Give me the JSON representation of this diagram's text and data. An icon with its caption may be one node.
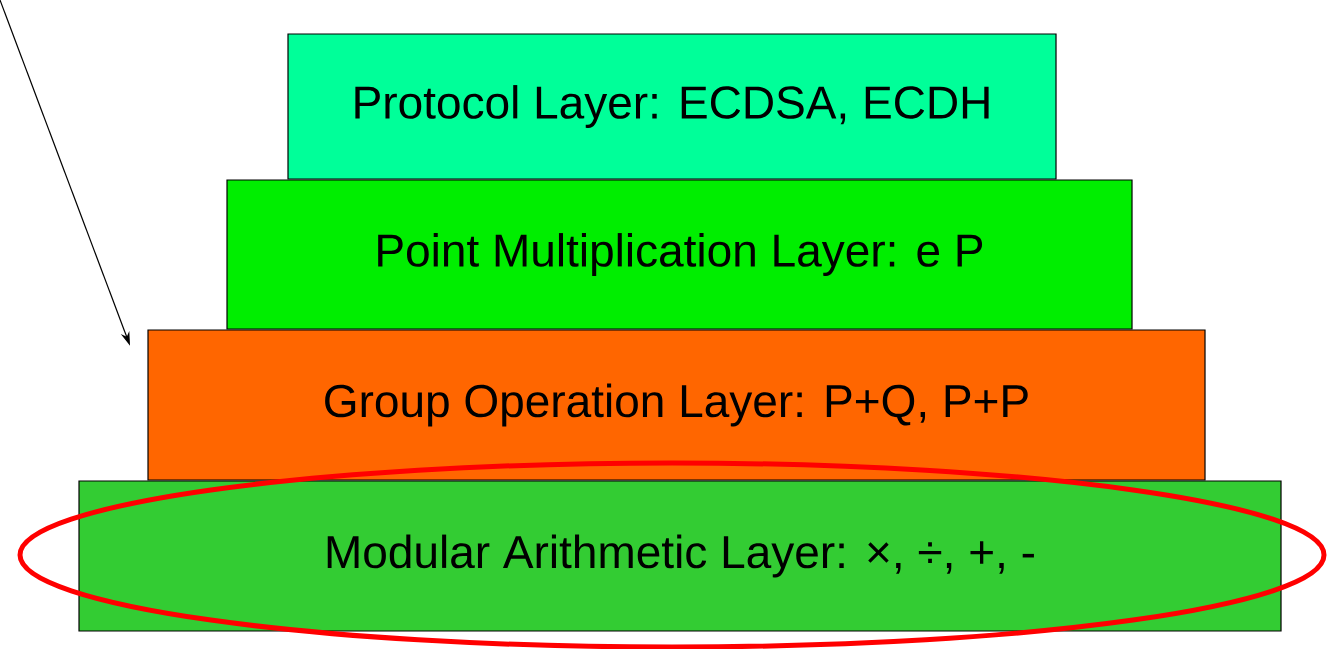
{
  "diagram": {
    "nodes": [
      {
        "text": [
          "Protocol Layer: ECDSA, ECDH"
        ]
      },
      {
        "text": [
          "Point Multiplication Layer: e P"
        ]
      },
      {
        "text": [
          "Group Operation Layer: P+Q, P+P"
        ]
      },
      {
        "text": [
          "Modular Arithmetic Layer: ×, ÷, +, -"
        ]
      }
    ],
    "edges": [
      {
        "from": null,
        "to": 2,
        "arrow": "to"
      }
    ]
  }
}
